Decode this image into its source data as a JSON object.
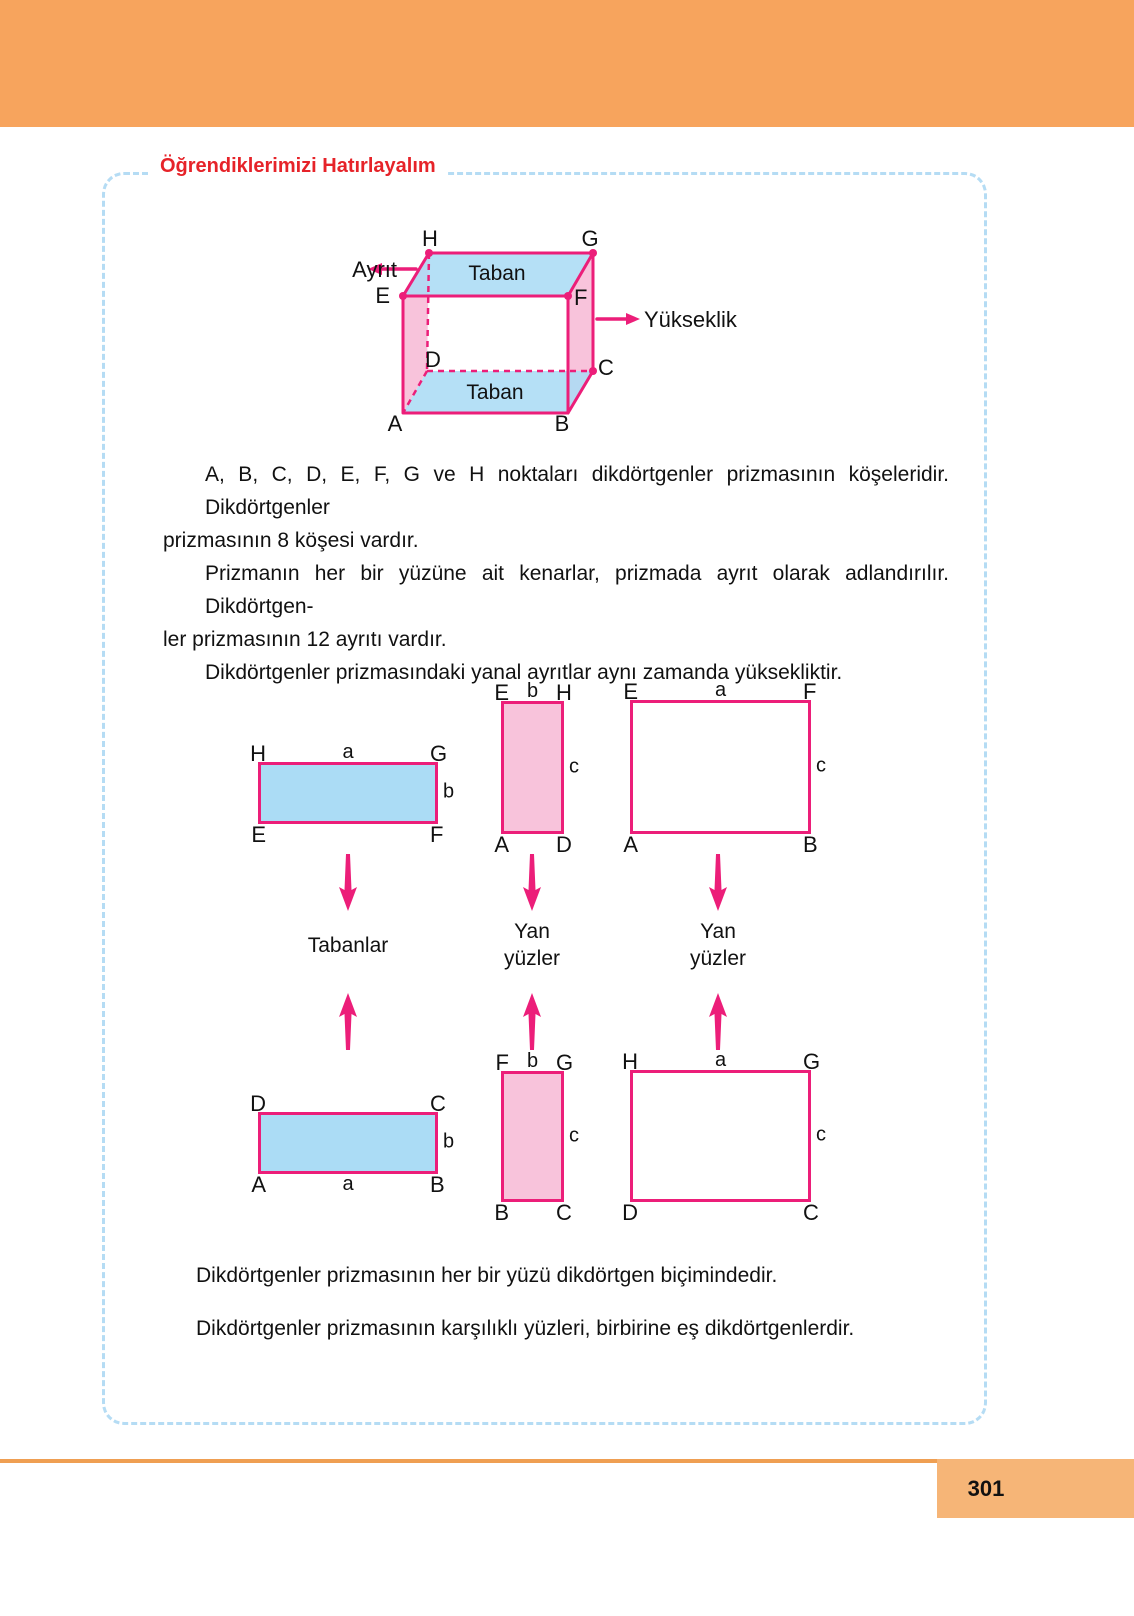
{
  "colors": {
    "header_orange": "#F7A45D",
    "pagebox_orange": "#F6B577",
    "footer_line_orange": "#EF9F52",
    "accent_magenta": "#EC1E79",
    "fill_blue": "#ABDCF5",
    "fill_pink": "#F8C3DB",
    "border_blue": "#B5DCF4",
    "title_red": "#E62329",
    "text_black": "#1A1A1A"
  },
  "title": "Öğrendiklerimizi Hatırlayalım",
  "prism": {
    "labels": {
      "A": "A",
      "B": "B",
      "C": "C",
      "D": "D",
      "E": "E",
      "F": "F",
      "G": "G",
      "H": "H"
    },
    "top_face": "Taban",
    "bottom_face": "Taban",
    "edge_callout": "Ayrıt",
    "height_callout": "Yükseklik"
  },
  "paragraphs": [
    {
      "lines": [
        "A, B, C, D, E, F, G ve H noktaları dikdörtgenler prizmasının köşeleridir. Dikdörtgenler",
        "prizmasının 8 köşesi vardır."
      ]
    },
    {
      "lines": [
        "Prizmanın her bir yüzüne ait kenarlar, prizmada ayrıt olarak adlandırılır. Dikdörtgen-",
        "ler prizmasının 12 ayrıtı vardır."
      ]
    },
    {
      "lines": [
        "Dikdörtgenler prizmasındaki yanal ayrıtlar aynı zamanda yüksekliktir."
      ]
    }
  ],
  "faces": [
    {
      "tl": "H",
      "tr": "G",
      "bl": "E",
      "br": "F",
      "top": "a",
      "right": "b"
    },
    {
      "tl": "E",
      "tr": "H",
      "bl": "A",
      "br": "D",
      "top": "b",
      "right": "c"
    },
    {
      "tl": "E",
      "tr": "F",
      "bl": "A",
      "br": "B",
      "top": "a",
      "right": "c"
    },
    {
      "tl": "D",
      "tr": "C",
      "bl": "A",
      "br": "B",
      "right": "b",
      "bottom": "a"
    },
    {
      "tl": "F",
      "tr": "G",
      "bl": "B",
      "br": "C",
      "top": "b",
      "right": "c"
    },
    {
      "tl": "H",
      "tr": "G",
      "bl": "D",
      "br": "C",
      "top": "a",
      "right": "c"
    }
  ],
  "flow_labels": [
    {
      "line1": "Tabanlar",
      "line2": ""
    },
    {
      "line1": "Yan",
      "line2": "yüzler"
    },
    {
      "line1": "Yan",
      "line2": "yüzler"
    }
  ],
  "bottom_paragraphs": [
    "Dikdörtgenler prizmasının her bir yüzü dikdörtgen biçimindedir.",
    "Dikdörtgenler prizmasının karşılıklı yüzleri, birbirine eş dikdörtgenlerdir."
  ],
  "footer": {
    "page_number": "301"
  }
}
